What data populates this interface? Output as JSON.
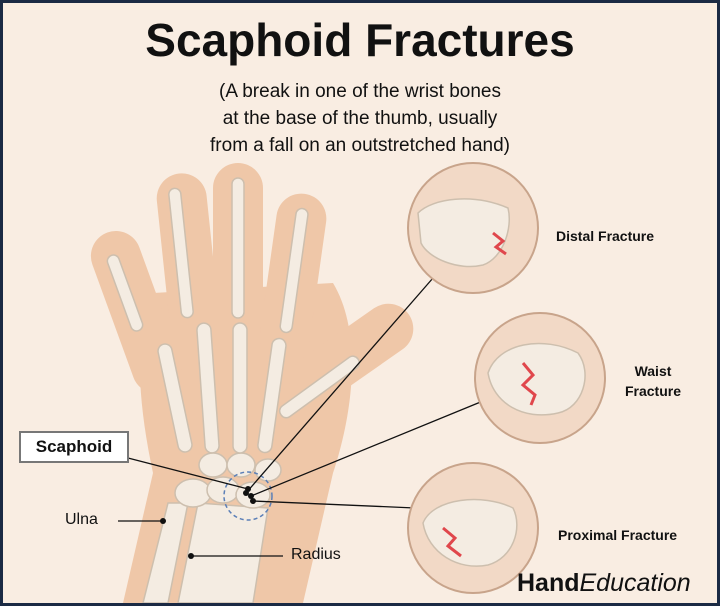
{
  "title": "Scaphoid Fractures",
  "subtitle_lines": [
    "(A break in one of the wrist bones",
    "at the base of the thumb, usually",
    "from a fall on an outstretched hand)"
  ],
  "labels": {
    "scaphoid": "Scaphoid",
    "ulna": "Ulna",
    "radius": "Radius"
  },
  "insets": [
    {
      "label_lines": [
        "Distal Fracture"
      ]
    },
    {
      "label_lines": [
        "Waist",
        "Fracture"
      ]
    },
    {
      "label_lines": [
        "Proximal Fracture"
      ]
    }
  ],
  "brand": {
    "part1": "Hand",
    "part2": "Education"
  },
  "colors": {
    "skin": "#efc7a8",
    "bone": "#f4ece2",
    "bone_outline": "#cdbfae",
    "fracture": "#e0474c",
    "highlight_circle": "#5b7fb7",
    "frame": "#1b2a44"
  }
}
